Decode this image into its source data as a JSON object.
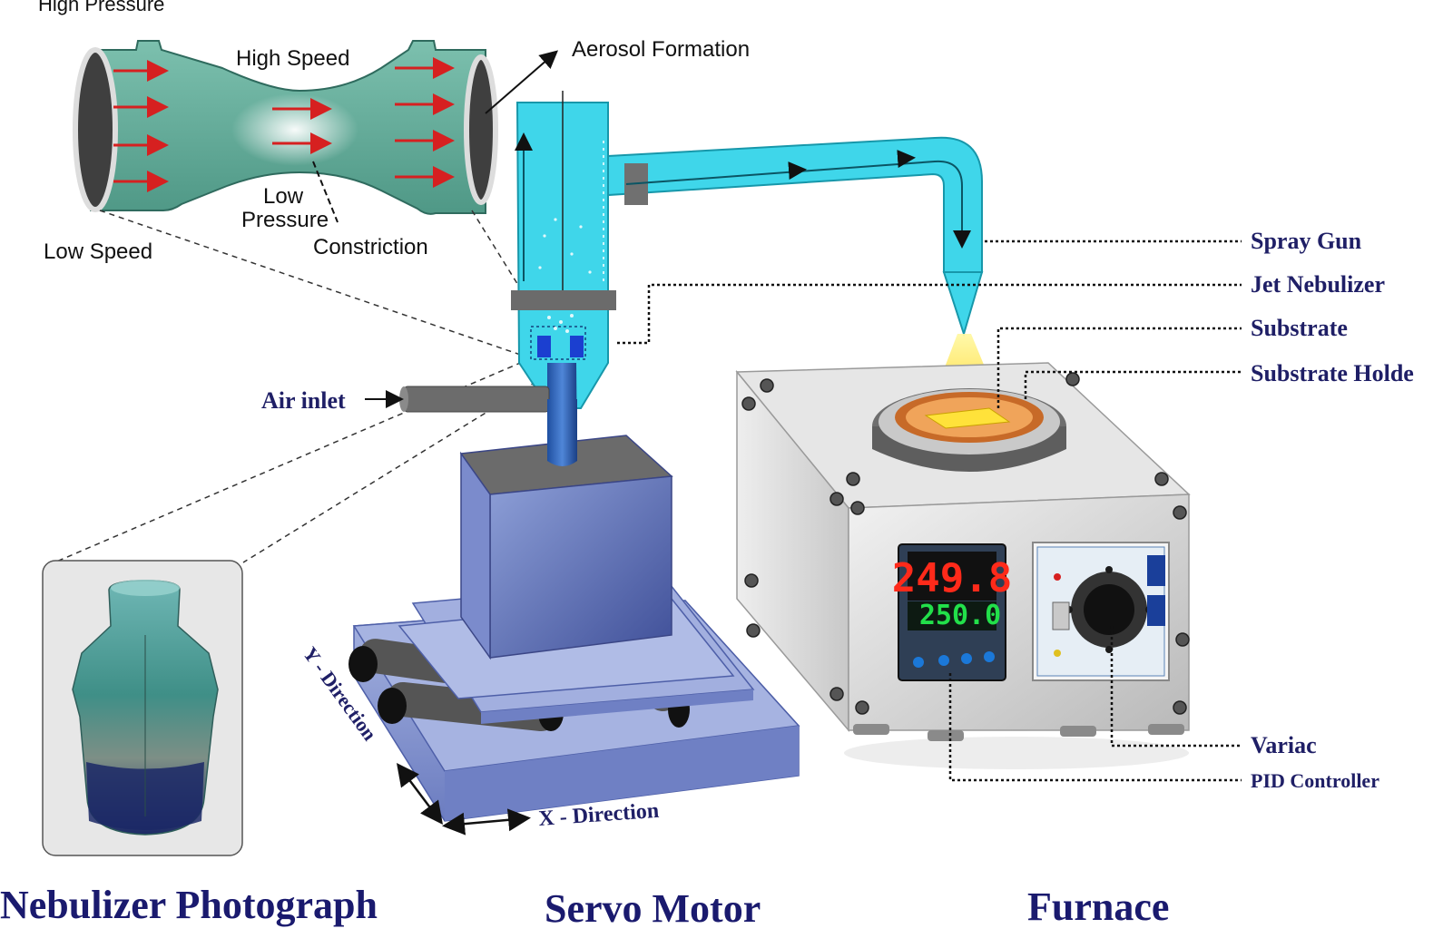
{
  "venturi": {
    "high_pressure": "High Pressure",
    "high_speed": "High Speed",
    "aerosol_formation": "Aerosol Formation",
    "low": "Low",
    "pressure": "Pressure",
    "constriction": "Constriction",
    "low_speed": "Low Speed"
  },
  "labels": {
    "air_inlet": "Air inlet",
    "spray_gun": "Spray Gun",
    "jet_nebulizer": "Jet Nebulizer",
    "substrate": "Substrate",
    "substrate_holder": "Substrate Holde",
    "variac": "Variac",
    "pid_controller": "PID Controller",
    "y_direction": "Y - Direction",
    "x_direction": "X - Direction"
  },
  "display": {
    "pv": "249.8",
    "sv": "250.0"
  },
  "captions": {
    "nebulizer_photo": "Nebulizer Photograph",
    "servo_motor": "Servo Motor",
    "furnace": "Furnace"
  },
  "colors": {
    "venturi_green": "#6fb3a1",
    "nebulizer_cyan": "#3fd6ea",
    "arrow_red": "#d62020",
    "servo_blue": "#8e9fd6",
    "label_navy": "#1f1f66",
    "spray_yellow": "#ffe23a"
  }
}
